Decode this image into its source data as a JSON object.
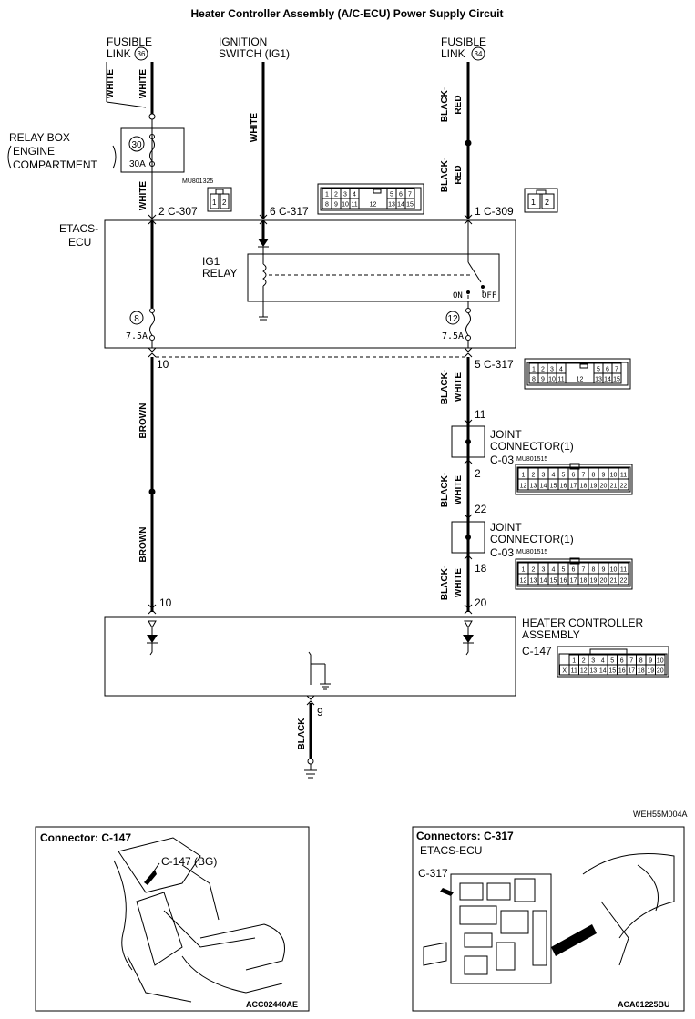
{
  "title": "Heater Controller Assembly (A/C-ECU) Power Supply Circuit",
  "fusible_link_36": {
    "line1": "FUSIBLE",
    "line2": "LINK",
    "num": "36"
  },
  "ignition_switch": {
    "line1": "IGNITION",
    "line2": "SWITCH (IG1)"
  },
  "fusible_link_34": {
    "line1": "FUSIBLE",
    "line2": "LINK",
    "num": "34"
  },
  "relay_box": {
    "line1": "RELAY BOX",
    "line2": "ENGINE",
    "line3": "COMPARTMENT",
    "fuse_num": "30",
    "fuse_amp": "30A"
  },
  "etacs": {
    "line1": "ETACS-",
    "line2": "ECU",
    "ig1_line1": "IG1",
    "ig1_line2": "RELAY",
    "on": "ON",
    "off": "OFF",
    "fuse8": "8",
    "fuse8_amp": "7.5A",
    "fuse12": "12",
    "fuse12_amp": "7.5A"
  },
  "wire_colors": {
    "white": "WHITE",
    "black_red_1": "BLACK-",
    "black_red_2": "RED",
    "black_white_1": "BLACK-",
    "black_white_2": "WHITE",
    "brown": "BROWN",
    "black": "BLACK"
  },
  "pins": {
    "p2_c307": "2 C-307",
    "p6_c317": "6 C-317",
    "p1_c309": "1 C-309",
    "p10": "10",
    "p5_c317": "5 C-317",
    "p11": "11",
    "p2": "2",
    "p22": "22",
    "p18": "18",
    "p20": "20",
    "p10b": "10",
    "p9": "9"
  },
  "part_codes": {
    "mu801325": "MU801325",
    "mu801515a": "MU801515",
    "mu801515b": "MU801515"
  },
  "joint1": {
    "line1": "JOINT",
    "line2": "CONNECTOR(1)",
    "code": "C-03"
  },
  "joint2": {
    "line1": "JOINT",
    "line2": "CONNECTOR(1)",
    "code": "C-03"
  },
  "heater": {
    "line1": "HEATER CONTROLLER",
    "line2": "ASSEMBLY",
    "code": "C-147"
  },
  "c317_top": [
    "1",
    "2",
    "3",
    "4",
    "12",
    "5",
    "6",
    "7"
  ],
  "c317_bot": [
    "8",
    "9",
    "10",
    "11",
    "13",
    "14",
    "15"
  ],
  "jc_top": [
    "1",
    "2",
    "3",
    "4",
    "5",
    "6",
    "7",
    "8",
    "9",
    "10",
    "11"
  ],
  "jc_bot": [
    "12",
    "13",
    "14",
    "15",
    "16",
    "17",
    "18",
    "19",
    "20",
    "21",
    "22"
  ],
  "c147_top": [
    "1",
    "2",
    "3",
    "4",
    "5",
    "6",
    "7",
    "8",
    "9",
    "10"
  ],
  "c147_bot": [
    "X",
    "11",
    "12",
    "13",
    "14",
    "15",
    "16",
    "17",
    "18",
    "19",
    "20"
  ],
  "c309": [
    "1",
    "2"
  ],
  "c307": [
    "1",
    "2"
  ],
  "diagram_code": "WEH55M004A",
  "inset_left": {
    "title": "Connector: C-147",
    "label": "C-147 (BG)",
    "code": "ACC02440AE"
  },
  "inset_right": {
    "title": "Connectors: C-317",
    "sub": "ETACS-ECU",
    "label": "C-317",
    "code": "ACA01225BU"
  }
}
